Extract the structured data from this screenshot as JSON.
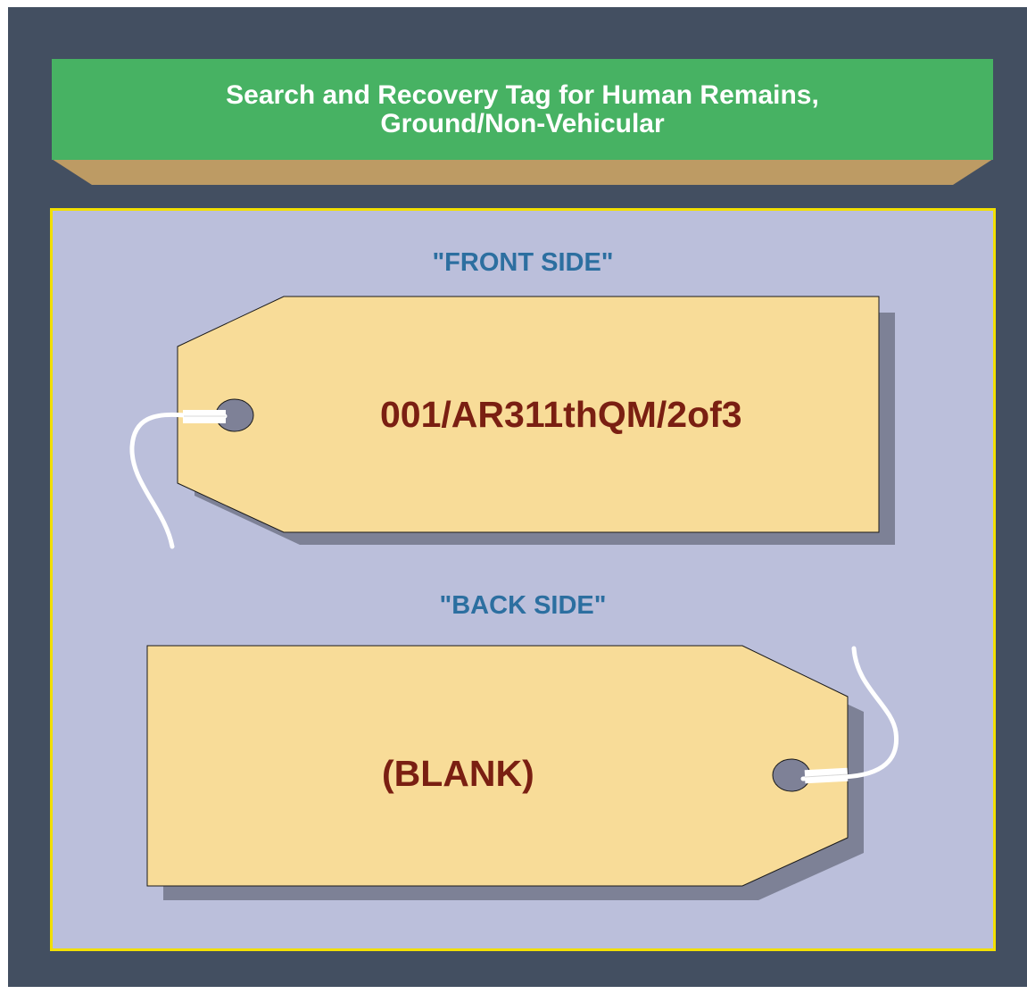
{
  "banner": {
    "title_line1": "Search and Recovery Tag for Human Remains,",
    "title_line2": "Ground/Non-Vehicular"
  },
  "front": {
    "label": "\"FRONT SIDE\"",
    "tag_text": "001/AR311thQM/2of3"
  },
  "back": {
    "label": "\"BACK SIDE\"",
    "tag_text": "(BLANK)"
  },
  "colors": {
    "frame": "#434f61",
    "banner": "#47b263",
    "banner_shelf": "#bd9b64",
    "panel": "#bbbfdb",
    "panel_border": "#f2e000",
    "tag_fill": "#f8dc98",
    "tag_shadow": "#7d8196",
    "hole": "#7e8197",
    "label_text": "#2c6fa0",
    "tag_text": "#7a1f12"
  }
}
